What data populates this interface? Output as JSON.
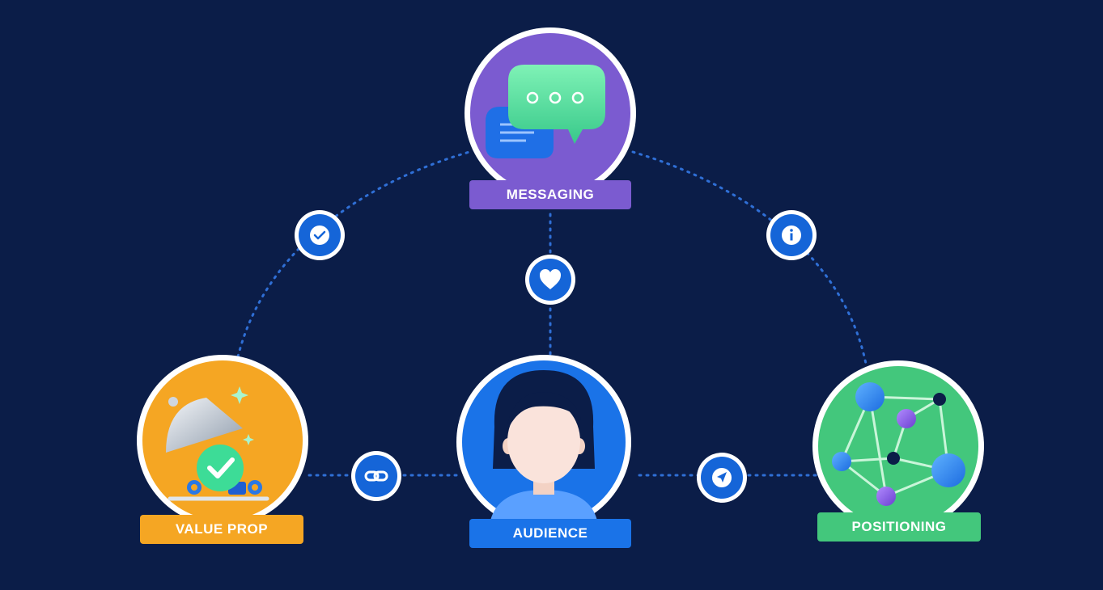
{
  "nodes": {
    "messaging": {
      "label": "MESSAGING",
      "color": "#7b5bd0",
      "icon": "chat-bubbles-icon"
    },
    "value_prop": {
      "label": "VALUE PROP",
      "color": "#f5a623",
      "icon": "serving-cloche-icon"
    },
    "audience": {
      "label": "AUDIENCE",
      "color": "#1a73e8",
      "icon": "person-avatar-icon"
    },
    "positioning": {
      "label": "POSITIONING",
      "color": "#43c77c",
      "icon": "network-graph-icon"
    }
  },
  "connectors": {
    "messaging_value_prop": "check-icon",
    "messaging_audience": "heart-icon",
    "messaging_positioning": "info-icon",
    "value_prop_audience": "link-icon",
    "audience_positioning": "navigation-arrow-icon"
  },
  "colors": {
    "background": "#0b1d48",
    "connector": "#2f6fd6",
    "badge_fill": "#1565d8"
  }
}
